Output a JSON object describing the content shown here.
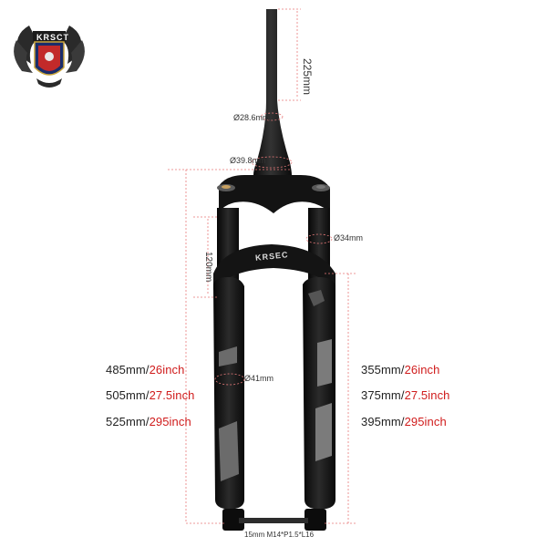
{
  "logo": {
    "text": "KRSCT"
  },
  "fork": {
    "brand_text": "KRSEC"
  },
  "dimensions": {
    "steerer_length": "225mm",
    "steerer_top_diameter": "Ø28.6mm",
    "steerer_bottom_diameter": "Ø39.8mm",
    "stanchion_diameter": "Ø34mm",
    "lower_diameter": "Ø41mm",
    "travel": "120mm",
    "axle": "15mm M14*P1.5*L16"
  },
  "specs_left": [
    {
      "mm": "485mm/",
      "inch": "26inch"
    },
    {
      "mm": "505mm/",
      "inch": "27.5inch"
    },
    {
      "mm": "525mm/",
      "inch": "295inch"
    }
  ],
  "specs_right": [
    {
      "mm": "355mm/",
      "inch": "26inch"
    },
    {
      "mm": "375mm/",
      "inch": "27.5inch"
    },
    {
      "mm": "395mm/",
      "inch": "295inch"
    }
  ],
  "colors": {
    "fork_body": "#151515",
    "dimension_line": "#e87a7a",
    "accent_red": "#d01c1c"
  }
}
